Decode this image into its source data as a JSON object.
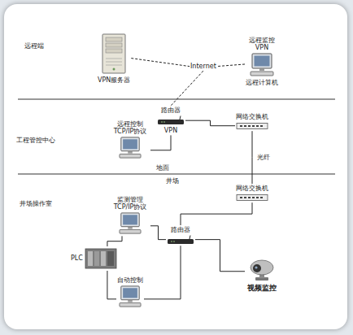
{
  "diagram": {
    "nodes": [
      {
        "text": [
          "VPN服务器"
        ]
      },
      {
        "text": [
          "Internet"
        ]
      },
      {
        "text": [
          "远程监控 VPN",
          "远程计算机"
        ]
      },
      {
        "text": [
          "远程控制 TCP/IP协议"
        ]
      },
      {
        "text": [
          "路由器",
          "VPN"
        ]
      },
      {
        "text": [
          "网络交换机"
        ]
      },
      {
        "text": [
          "网络交换机"
        ]
      },
      {
        "text": [
          "监测管理 TCP/IP协议"
        ]
      },
      {
        "text": [
          "路由器"
        ]
      },
      {
        "text": [
          "PLC"
        ]
      },
      {
        "text": [
          "自动控制"
        ]
      },
      {
        "text": [
          "视频监控"
        ]
      }
    ],
    "edges": [
      {
        "from": 0,
        "to": 1,
        "arrow": "none"
      },
      {
        "from": 2,
        "to": 1,
        "arrow": "none"
      },
      {
        "from": 1,
        "to": 4,
        "arrow": "none"
      },
      {
        "from": 3,
        "to": 4,
        "arrow": "none"
      },
      {
        "from": 4,
        "to": 5,
        "arrow": "none"
      },
      {
        "from": 5,
        "to": 6,
        "label": "光纤",
        "arrow": "none"
      },
      {
        "from": 6,
        "to": 8,
        "arrow": "none"
      },
      {
        "from": 8,
        "to": 7,
        "arrow": "none"
      },
      {
        "from": 8,
        "to": 10,
        "arrow": "none"
      },
      {
        "from": 8,
        "to": 11,
        "arrow": "none"
      },
      {
        "from": 7,
        "to": 9,
        "arrow": "none"
      },
      {
        "from": 9,
        "to": 10,
        "arrow": "none"
      }
    ],
    "labels": [
      "远程端",
      "工程管控中心",
      "地面",
      "井场",
      "井场操作室"
    ]
  }
}
